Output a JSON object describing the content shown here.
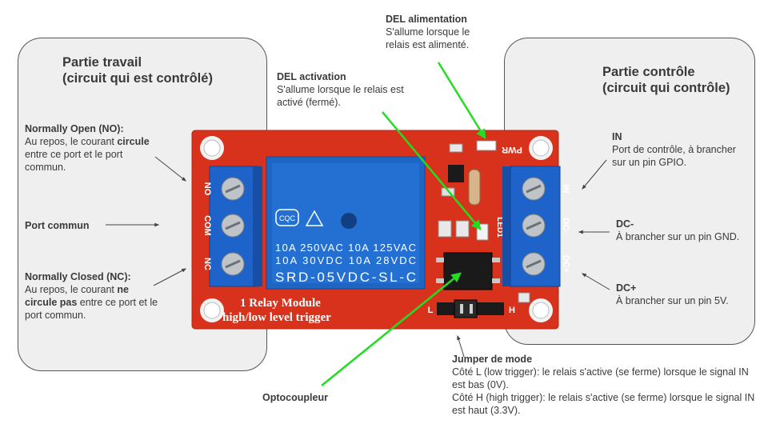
{
  "left_panel": {
    "title_line1": "Partie travail",
    "title_line2": "(circuit qui est contrôlé)",
    "no_title": "Normally Open (NO):",
    "no_text_a": "Au repos, le courant ",
    "no_text_b": "circule",
    "no_text_c": "entre ce port et le port commun.",
    "com_title": "Port commun",
    "nc_title": "Normally Closed (NC):",
    "nc_text_a": "Au repos, le courant ",
    "nc_text_b": "ne circule pas",
    "nc_text_c": " entre ce port et le port commun."
  },
  "right_panel": {
    "title_line1": "Partie contrôle",
    "title_line2": "(circuit qui contrôle)",
    "in_title": "IN",
    "in_text": "Port de contrôle, à brancher sur un pin GPIO.",
    "dcm_title": "DC-",
    "dcm_text": "À brancher sur un pin GND.",
    "dcp_title": "DC+",
    "dcp_text": "À brancher sur un pin 5V."
  },
  "callouts": {
    "del_alim_title": "DEL alimentation",
    "del_alim_text": "S'allume lorsque le relais est alimenté.",
    "del_act_title": "DEL activation",
    "del_act_text": "S'allume lorsque le relais est activé (fermé).",
    "opto": "Optocoupleur",
    "jumper_title": "Jumper de mode",
    "jumper_l": "Côté L (low trigger): le relais s'active (se ferme) lorsque le signal IN est bas (0V).",
    "jumper_h": "Côté H (high trigger): le relais s'active (se ferme) lorsque le signal IN est haut (3.3V)."
  },
  "board": {
    "relay_spec1": "10A 250VAC  10A 125VAC",
    "relay_spec2": "10A  30VDC  10A  28VDC",
    "relay_model": "SRD-05VDC-SL-C",
    "cqc": "CQC",
    "module_line1": "1 Relay Module",
    "module_line2": "high/low level trigger",
    "lbl_no": "NO",
    "lbl_com": "COM",
    "lbl_nc": "NC",
    "lbl_in": "IN",
    "lbl_dcm": "DC-",
    "lbl_dcp": "DC+",
    "lbl_pwr": "PWR",
    "lbl_led1": "LED1",
    "lbl_l": "L",
    "lbl_h": "H"
  },
  "colors": {
    "pcb": "#d8321c",
    "relay": "#1f66c4",
    "terminal": "#1e63c9",
    "green_arrow": "#22dd22",
    "panel": "#efefef"
  }
}
